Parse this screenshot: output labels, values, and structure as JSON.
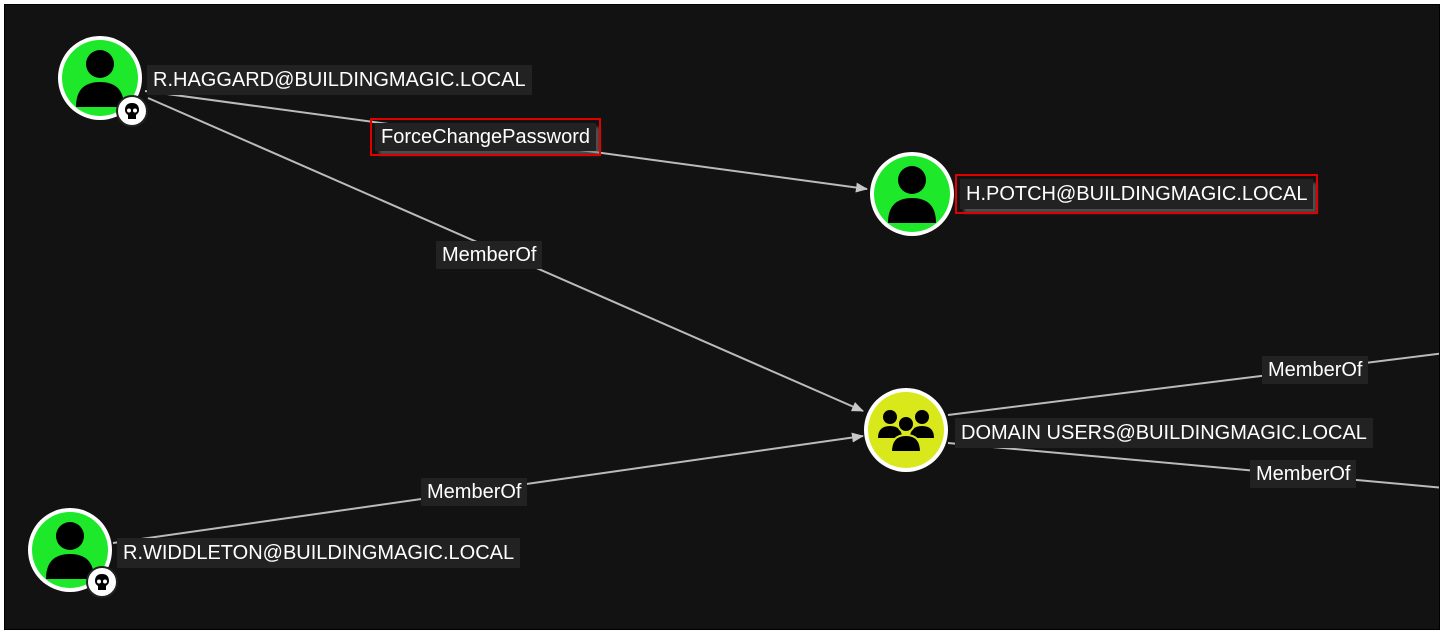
{
  "nodes": {
    "haggard": {
      "label": "R.HAGGARD@BUILDINGMAGIC.LOCAL",
      "type": "user",
      "owned": true,
      "color": "#1ee82a"
    },
    "potch": {
      "label": "H.POTCH@BUILDINGMAGIC.LOCAL",
      "type": "user",
      "owned": false,
      "highlighted": true,
      "color": "#1ee82a"
    },
    "domain_users": {
      "label": "DOMAIN USERS@BUILDINGMAGIC.LOCAL",
      "type": "group",
      "color": "#d9e81a"
    },
    "widdleton": {
      "label": "R.WIDDLETON@BUILDINGMAGIC.LOCAL",
      "type": "user",
      "owned": true,
      "color": "#1ee82a"
    }
  },
  "edges": [
    {
      "from": "haggard",
      "to": "potch",
      "label": "ForceChangePassword",
      "highlighted": true
    },
    {
      "from": "haggard",
      "to": "domain_users",
      "label": "MemberOf"
    },
    {
      "from": "widdleton",
      "to": "domain_users",
      "label": "MemberOf"
    },
    {
      "from": "domain_users",
      "to": "offscreen-1",
      "label": "MemberOf"
    },
    {
      "from": "domain_users",
      "to": "offscreen-2",
      "label": "MemberOf"
    }
  ],
  "colors": {
    "background": "#121212",
    "edge": "#bbbbbb",
    "highlight": "#e00000"
  }
}
